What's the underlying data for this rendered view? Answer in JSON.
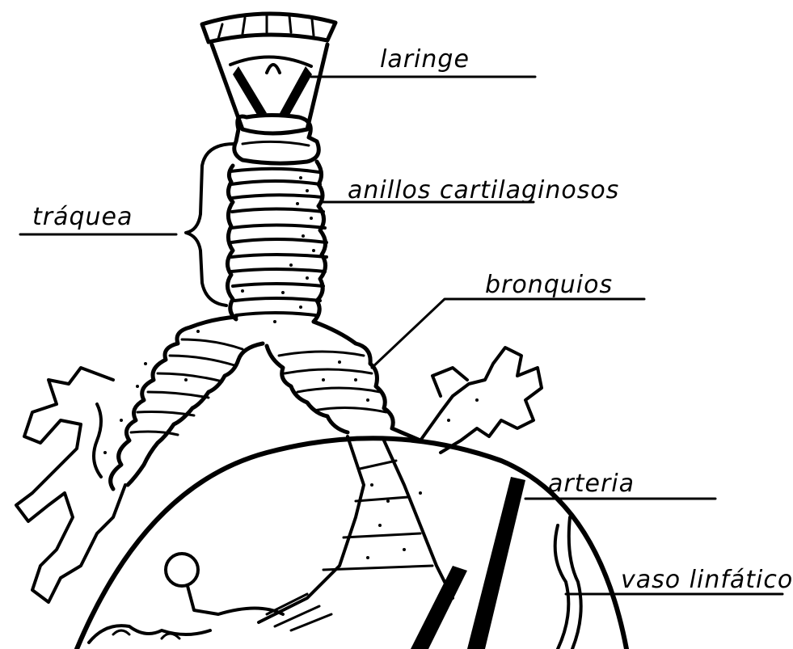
{
  "labels": {
    "larynx": "laringe",
    "rings": "anillos cartilaginosos",
    "trachea": "tráquea",
    "bronchi": "bronquios",
    "artery": "arteria",
    "lymph_vessel": "vaso linfático"
  },
  "colors": {
    "ink": "#000000",
    "paper": "#ffffff"
  }
}
